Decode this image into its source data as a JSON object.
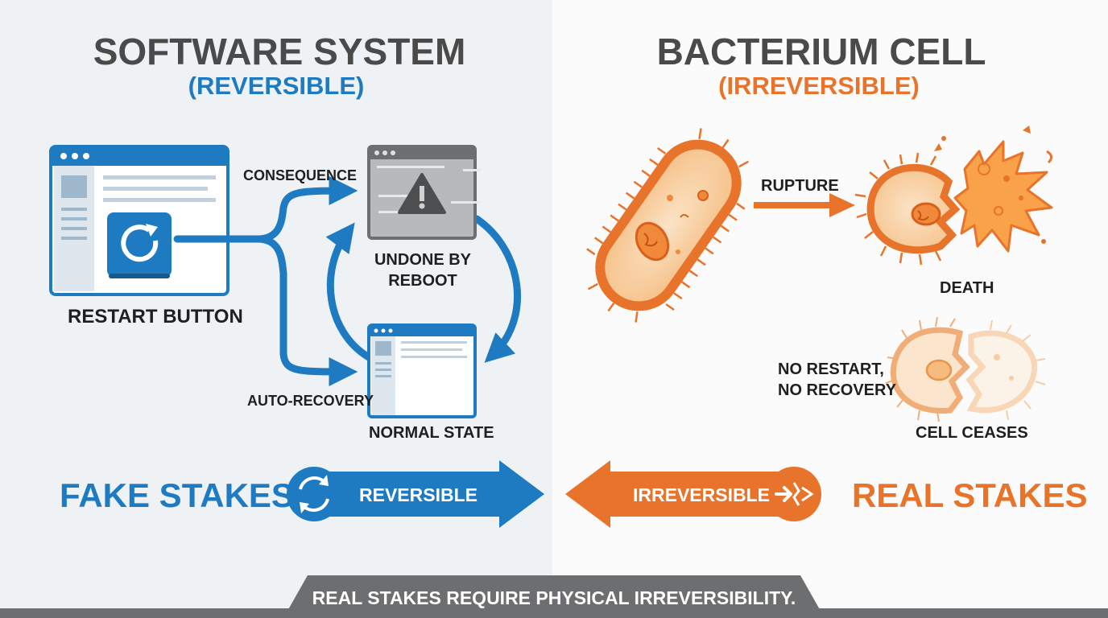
{
  "left": {
    "title": "SOFTWARE SYSTEM",
    "subtitle": "(REVERSIBLE)",
    "labels": {
      "consequence": "CONSEQUENCE",
      "restart_button": "RESTART BUTTON",
      "undone_by_reboot": [
        "UNDONE BY",
        "REBOOT"
      ],
      "auto_recovery": "AUTO-RECOVERY",
      "normal_state": "NORMAL STATE"
    },
    "stakes_label": "FAKE STAKES",
    "arrow_label": "REVERSIBLE"
  },
  "right": {
    "title": "BACTERIUM CELL",
    "subtitle": "(IRREVERSIBLE)",
    "labels": {
      "rupture": "RUPTURE",
      "death": "DEATH",
      "no_restart": [
        "NO RESTART,",
        "NO RECOVERY"
      ],
      "cell_ceases": "CELL CEASES"
    },
    "stakes_label": "REAL STAKES",
    "arrow_label": "IRREVERSIBLE"
  },
  "banner": "REAL STAKES REQUIRE PHYSICAL IRREVERSIBILITY.",
  "colors": {
    "blue": "#1f7bc1",
    "orange": "#e8732a",
    "gray": "#6d6e70",
    "title_gray": "#4a4a4a"
  },
  "icons": [
    "restart-icon",
    "warning-icon",
    "refresh-icon",
    "rupture-icon"
  ]
}
